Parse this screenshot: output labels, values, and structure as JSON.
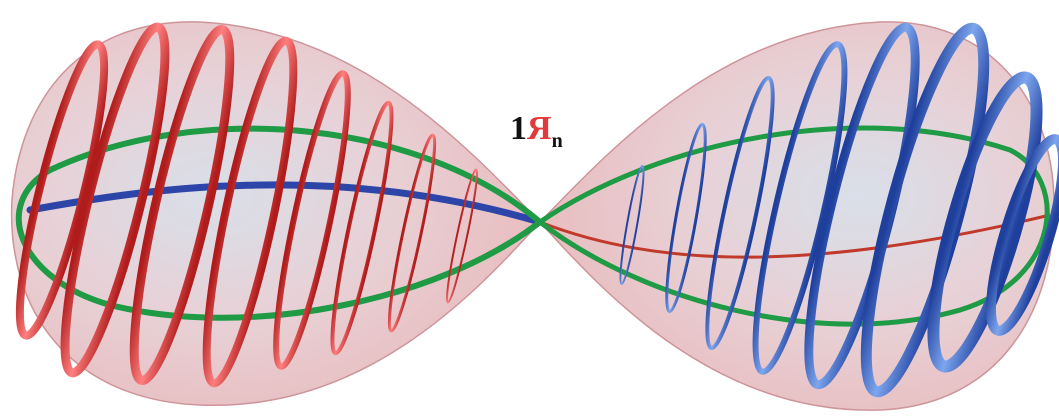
{
  "label": {
    "prefix": "1",
    "symbol": "Я",
    "subscript": "n"
  },
  "colors": {
    "lobe_fill": "#e9b8b8",
    "lobe_core": "#c9d4e3",
    "red_helix": "#d8322f",
    "blue_helix": "#2a55c0",
    "green_ring": "#1f9a45",
    "blue_line": "#2d45a8",
    "red_line": "#c0392b"
  }
}
